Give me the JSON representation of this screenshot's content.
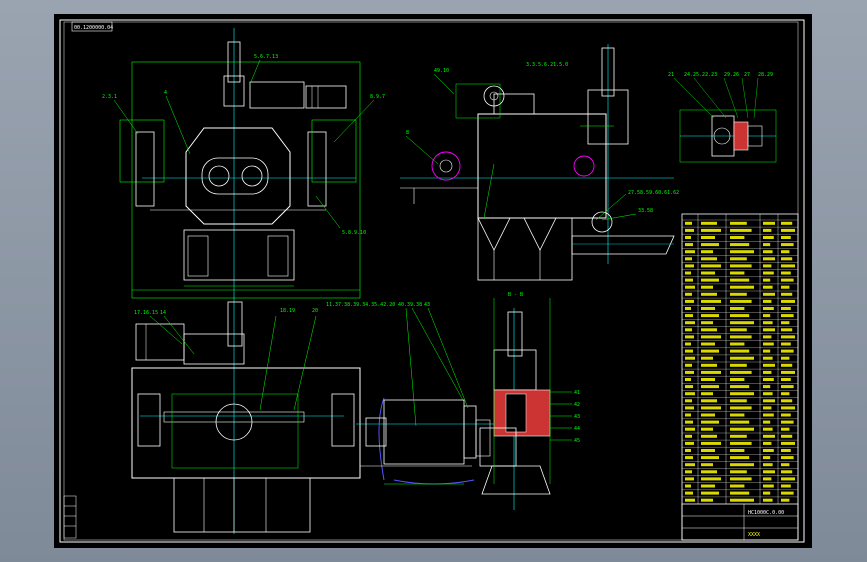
{
  "drawing": {
    "code_label": "00.1200000.04",
    "section_label": "B - B",
    "bom_title": "HC1000C.0.00",
    "bom_company": "XXXX",
    "dims": {
      "top_left_1": "2.3.1",
      "top_left_2": "4",
      "top_left_3": "5.6.7.13",
      "top_left_4": "8.9.7",
      "top_left_5": "5.8.9.10",
      "top_mid_1": "49.10",
      "top_mid_2": "3.3.5.6.21.5.0",
      "top_mid_3": "8",
      "top_mid_4": "27.58.59.60.61.62",
      "top_mid_5": "33.58",
      "detail_1": "21",
      "detail_2": "24.25.22.23",
      "detail_3": "29.26",
      "detail_4": "27",
      "detail_5": "28.29",
      "bot_left_1": "17.16.15",
      "bot_left_2": "14",
      "bot_left_3": "18.19",
      "bot_left_4": "20",
      "bot_mid_1": "11.37.38.39.34.35.42.20",
      "bot_mid_2": "40.39.38",
      "bot_mid_3": "43",
      "bot_right_1": "41",
      "bot_right_2": "42",
      "bot_right_3": "43",
      "bot_right_4": "44",
      "bot_right_5": "45"
    }
  },
  "colors": {
    "sheet_bg": "#000000",
    "frame": "#ffffff",
    "primary_line": "#ffffff",
    "centerline": "#00ffff",
    "dimension": "#00ff00",
    "highlight": "#ff00ff",
    "section_fill": "#cc3333",
    "bom_text": "#ffff00"
  }
}
